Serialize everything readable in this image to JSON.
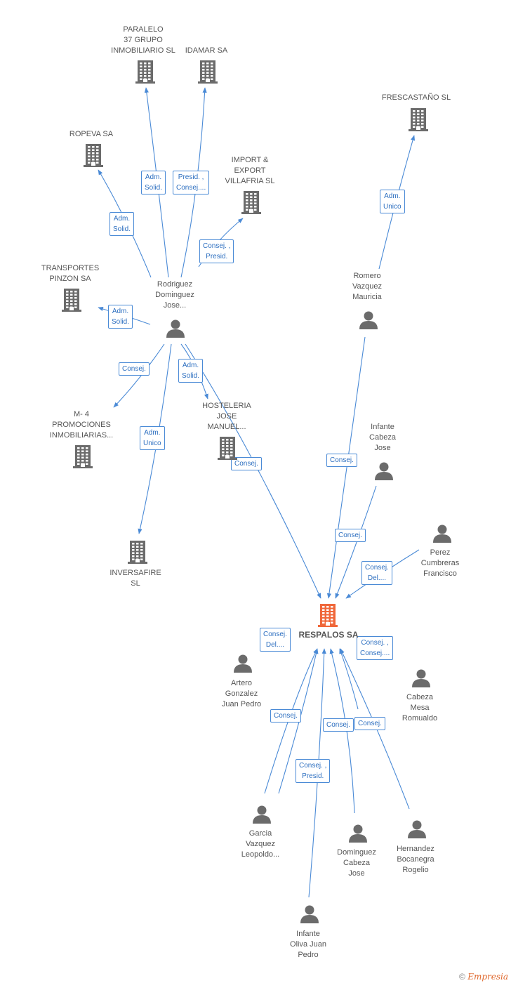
{
  "colors": {
    "edge": "#4a8ad6",
    "icon": "#6b6b6b",
    "main_icon": "#f0673a",
    "label_text": "#2d6fc0"
  },
  "companies": {
    "paralelo": {
      "label": "PARALELO\n37 GRUPO\nINMOBILIARIO SL",
      "icon": "building-icon"
    },
    "idamar": {
      "label": "IDAMAR SA",
      "icon": "building-icon"
    },
    "ropeva": {
      "label": "ROPEVA SA",
      "icon": "building-icon"
    },
    "import_export": {
      "label": "IMPORT &\nEXPORT\nVILLAFRIA SL",
      "icon": "building-icon"
    },
    "frescastano": {
      "label": "FRESCASTAÑO SL",
      "icon": "building-icon"
    },
    "transportes": {
      "label": "TRANSPORTES\nPINZON SA",
      "icon": "building-icon"
    },
    "m4": {
      "label": "M- 4\nPROMOCIONES\nINMOBILIARIAS...",
      "icon": "building-icon"
    },
    "hosteleria": {
      "label": "HOSTELERIA\nJOSE\nMANUEL...",
      "icon": "building-icon"
    },
    "inversafire": {
      "label": "INVERSAFIRE\nSL",
      "icon": "building-icon"
    },
    "main": {
      "label": "RESPALOS SA",
      "icon": "building-icon"
    }
  },
  "people": {
    "rodriguez": {
      "label": "Rodriguez\nDominguez\nJose...",
      "icon": "person-icon"
    },
    "romero": {
      "label": "Romero\nVazquez\nMauricia",
      "icon": "person-icon"
    },
    "infante_cabeza": {
      "label": "Infante\nCabeza\nJose",
      "icon": "person-icon"
    },
    "perez": {
      "label": "Perez\nCumbreras\nFrancisco",
      "icon": "person-icon"
    },
    "artero": {
      "label": "Artero\nGonzalez\nJuan Pedro",
      "icon": "person-icon"
    },
    "cabeza_mesa": {
      "label": "Cabeza\nMesa\nRomualdo",
      "icon": "person-icon"
    },
    "garcia": {
      "label": "Garcia\nVazquez\nLeopoldo...",
      "icon": "person-icon"
    },
    "dominguez_cabeza": {
      "label": "Dominguez\nCabeza\nJose",
      "icon": "person-icon"
    },
    "hernandez": {
      "label": "Hernandez\nBocanegra\nRogelio",
      "icon": "person-icon"
    },
    "infante_oliva": {
      "label": "Infante\nOliva Juan\nPedro",
      "icon": "person-icon"
    }
  },
  "relations": {
    "rod_paralelo": "Adm.\nSolid.",
    "rod_idamar": "Presid. ,\nConsej....",
    "rod_ropeva": "Adm.\nSolid.",
    "rod_import": "Consej. ,\nPresid.",
    "rod_transportes": "Adm.\nSolid.",
    "rod_m4": "Consej.",
    "rod_hosteleria": "Adm.\nSolid.",
    "rod_inversafire": "Adm.\nUnico",
    "rod_main": "Consej.",
    "romero_fresc": "Adm.\nUnico",
    "romero_main": "Consej.",
    "infante_main": "Consej.",
    "perez_main": "Consej.\nDel....",
    "artero_main": "Consej.\nDel....",
    "cabeza_main": "Consej. ,\nConsej....",
    "garcia_main": "Consej.",
    "dominguez_main": "Consej.",
    "hernandez_main": "Consej.",
    "oliva_main": "Consej. ,\nPresid."
  },
  "footer": {
    "copyright": "©",
    "brand": "Empresia"
  }
}
